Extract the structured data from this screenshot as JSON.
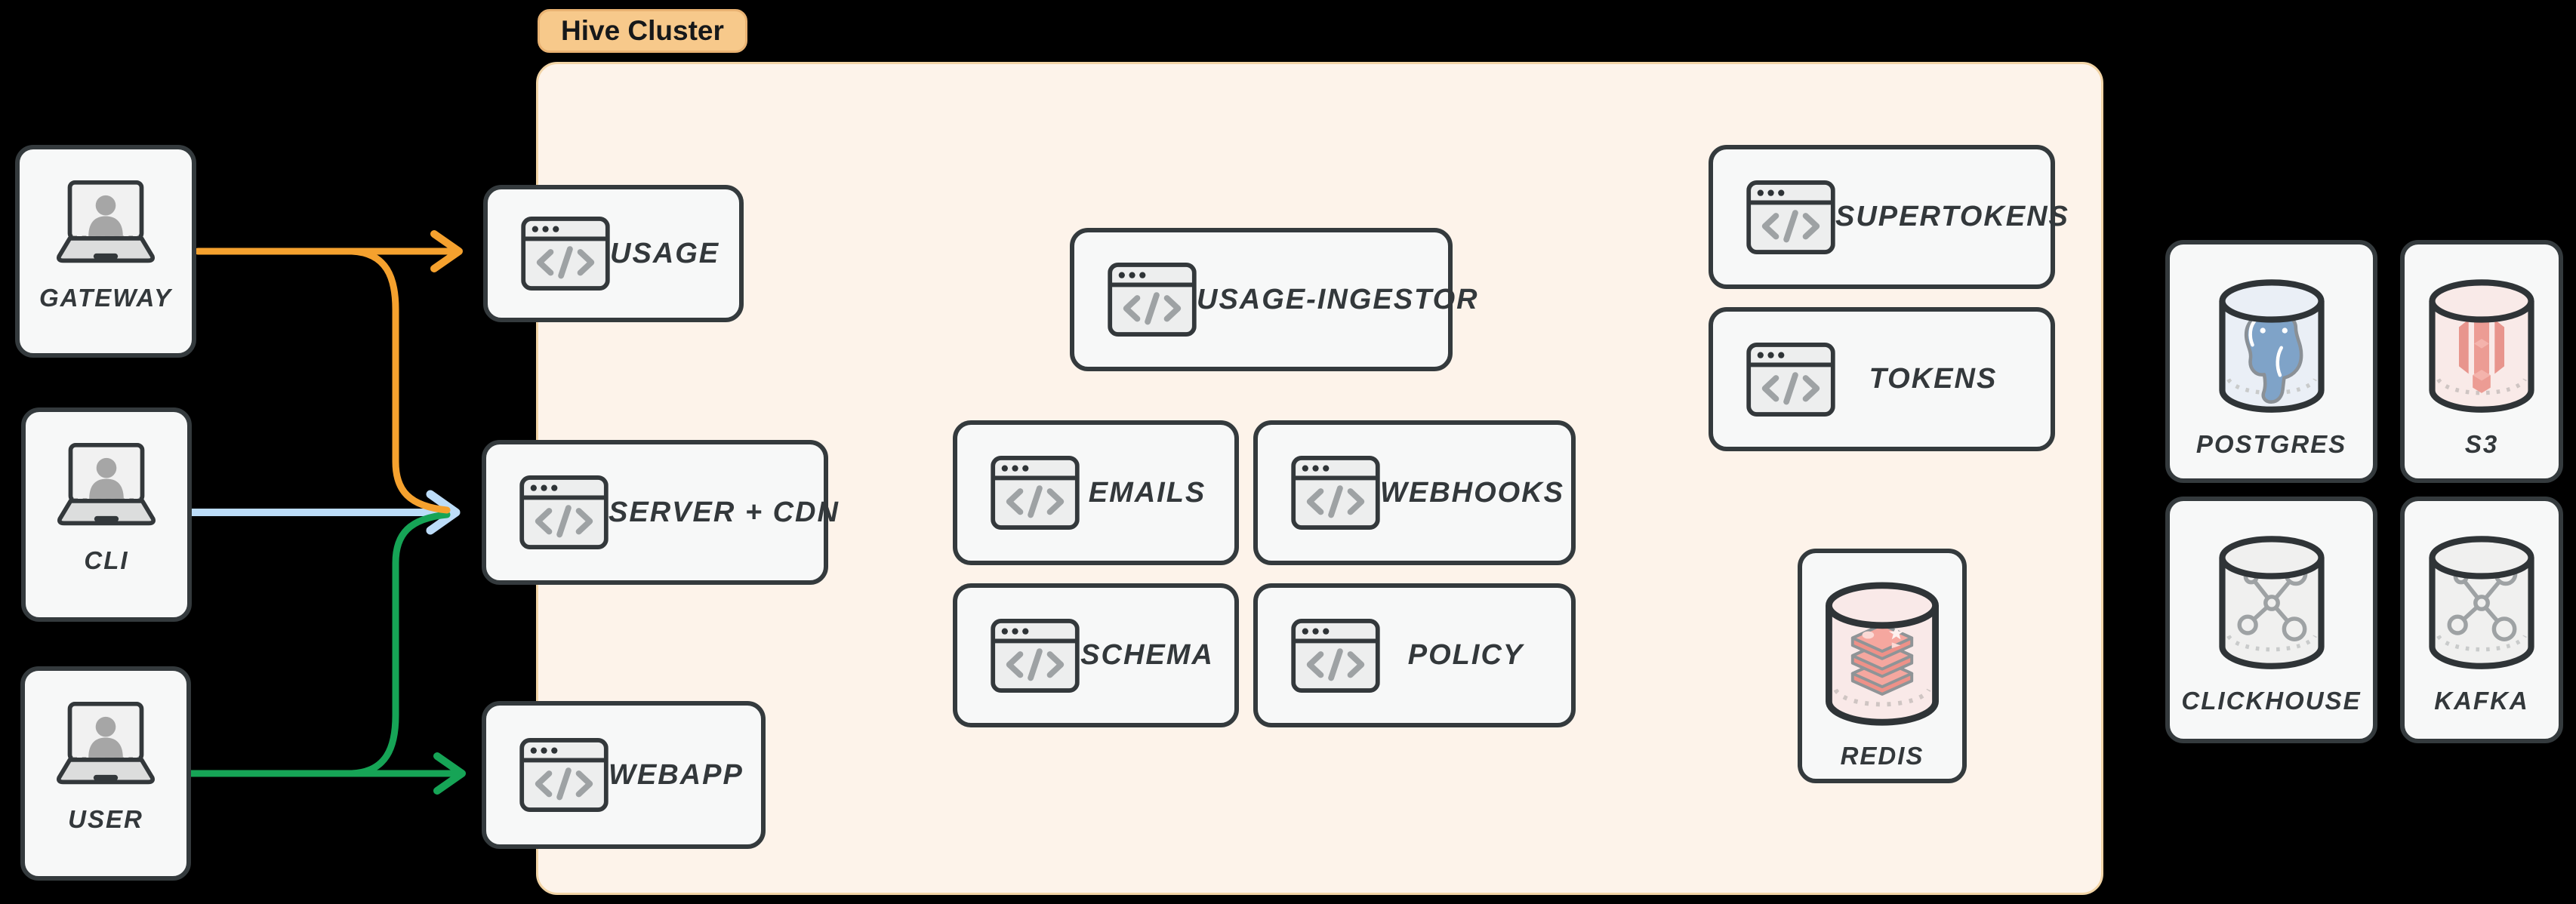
{
  "cluster": {
    "label": "Hive Cluster"
  },
  "actors": {
    "gateway": {
      "label": "GATEWAY"
    },
    "cli": {
      "label": "CLI"
    },
    "user": {
      "label": "USER"
    }
  },
  "services": {
    "usage": {
      "label": "USAGE"
    },
    "server_cdn": {
      "label": "SERVER + CDN"
    },
    "webapp": {
      "label": "WEBAPP"
    },
    "usage_ingestor": {
      "label": "USAGE-INGESTOR"
    },
    "emails": {
      "label": "EMAILS"
    },
    "webhooks": {
      "label": "WEBHOOKS"
    },
    "schema": {
      "label": "SCHEMA"
    },
    "policy": {
      "label": "POLICY"
    },
    "supertokens": {
      "label": "SUPERTOKENS"
    },
    "tokens": {
      "label": "TOKENS"
    }
  },
  "datastores": {
    "redis": {
      "label": "REDIS"
    },
    "postgres": {
      "label": "POSTGRES"
    },
    "s3": {
      "label": "S3"
    },
    "clickhouse": {
      "label": "CLICKHOUSE"
    },
    "kafka": {
      "label": "KAFKA"
    }
  },
  "edges": [
    {
      "from": "GATEWAY",
      "to": "USAGE",
      "color": "#F5A12E"
    },
    {
      "from": "GATEWAY",
      "to": "SERVER + CDN",
      "color": "#F5A12E"
    },
    {
      "from": "CLI",
      "to": "SERVER + CDN",
      "color": "#BCDCF8"
    },
    {
      "from": "USER",
      "to": "SERVER + CDN",
      "color": "#16A456"
    },
    {
      "from": "USER",
      "to": "WEBAPP",
      "color": "#16A456"
    }
  ],
  "colors": {
    "arrow_orange": "#F5A12E",
    "arrow_blue": "#BCDCF8",
    "arrow_green": "#16A456",
    "node_border": "#343A3D",
    "node_bg": "#F7F8F8",
    "cluster_bg": "#FDF3EA",
    "cluster_border": "#F2D4A6",
    "badge_bg": "#F7C98B",
    "badge_border": "#E9B272",
    "label_color": "#33383B"
  }
}
